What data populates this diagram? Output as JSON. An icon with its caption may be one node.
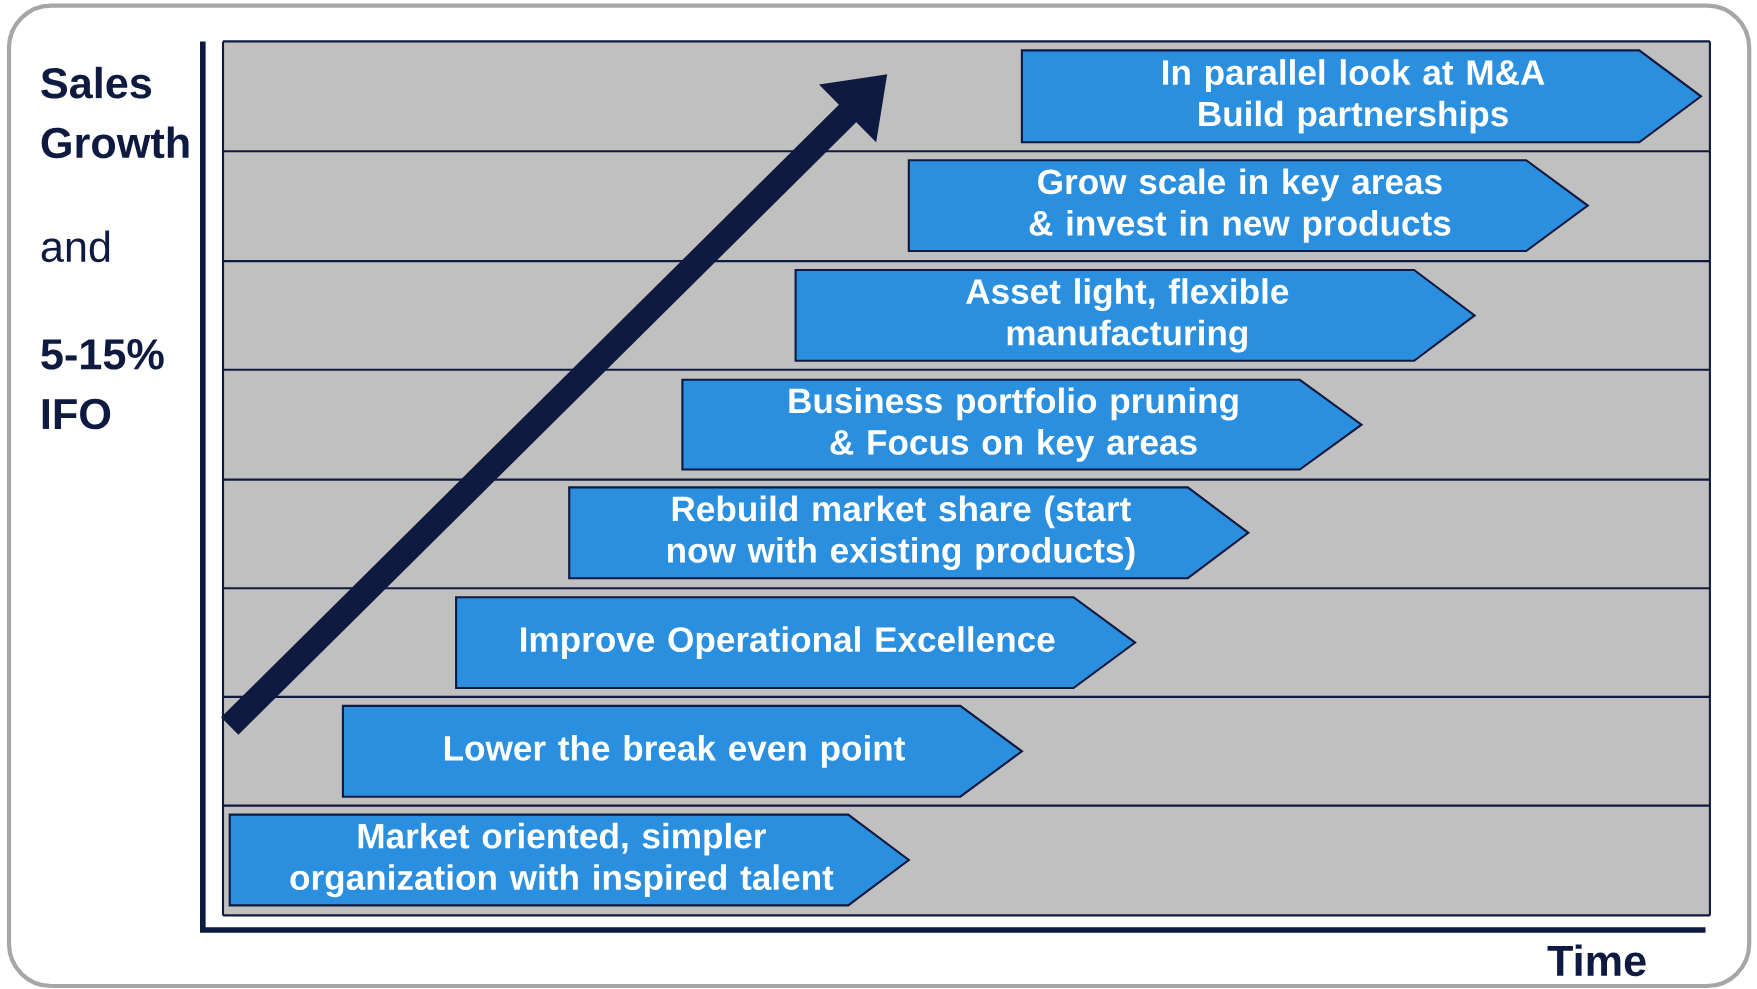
{
  "diagram": {
    "nodes": [
      {
        "text": [
          "In parallel look at M&A Build partnerships"
        ]
      },
      {
        "text": [
          "Grow scale in key areas & invest in new products"
        ]
      },
      {
        "text": [
          "Asset light, flexible manufacturing"
        ]
      },
      {
        "text": [
          "Business portfolio pruning & Focus on key areas"
        ]
      },
      {
        "text": [
          "Rebuild market share (start now with existing products)"
        ]
      },
      {
        "text": [
          "Improve Operational Excellence"
        ]
      },
      {
        "text": [
          "Lower the break even point"
        ]
      },
      {
        "text": [
          "Market oriented, simpler organization with inspired talent"
        ]
      }
    ],
    "labels": [
      "Sales Growth",
      "and",
      "5-15% IFO",
      "Time"
    ]
  }
}
